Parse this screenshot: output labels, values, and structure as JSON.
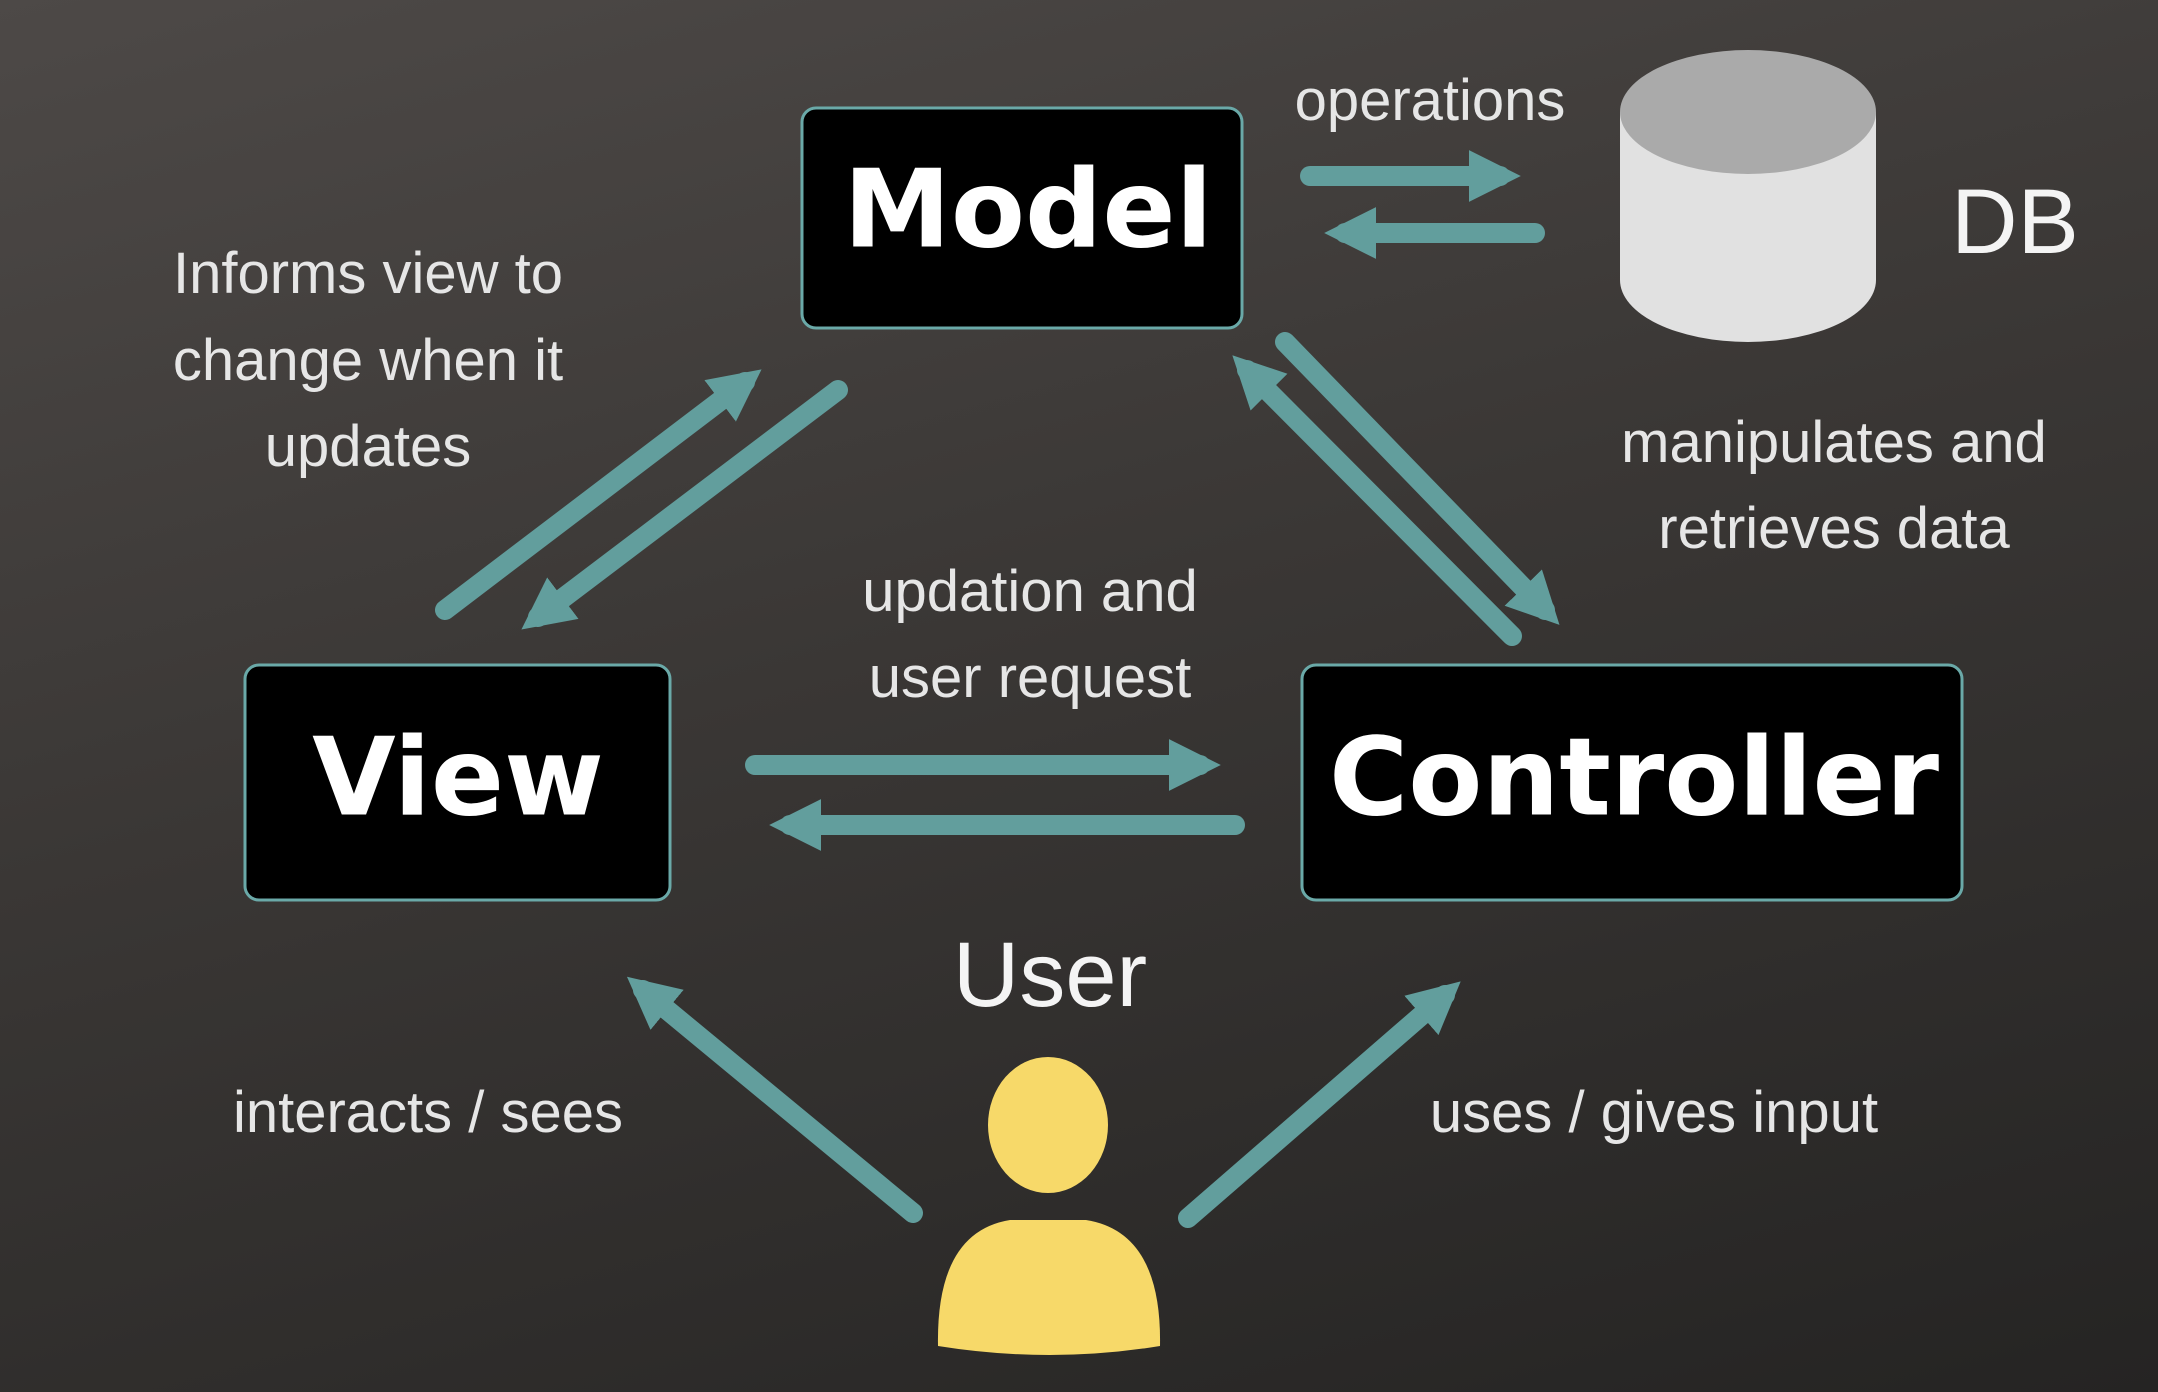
{
  "colors": {
    "background": "#3e3b39",
    "box": "#000000",
    "arrow": "#629e9d",
    "user": "#f7d969",
    "db_top": "#aaaaaa",
    "db_body": "#e1e1e1"
  },
  "nodes": {
    "model": "Model",
    "view": "View",
    "controller": "Controller"
  },
  "db": {
    "label": "DB",
    "icon": "database-cylinder-icon"
  },
  "user": {
    "label": "User",
    "icon": "user-icon"
  },
  "edges": {
    "model_db": "operations",
    "model_view": [
      "Informs view to",
      "change when it",
      "updates"
    ],
    "model_controller": [
      "manipulates and",
      "retrieves data"
    ],
    "view_controller": [
      "updation and",
      "user request"
    ],
    "user_view": "interacts / sees",
    "user_controller": "uses / gives input"
  }
}
